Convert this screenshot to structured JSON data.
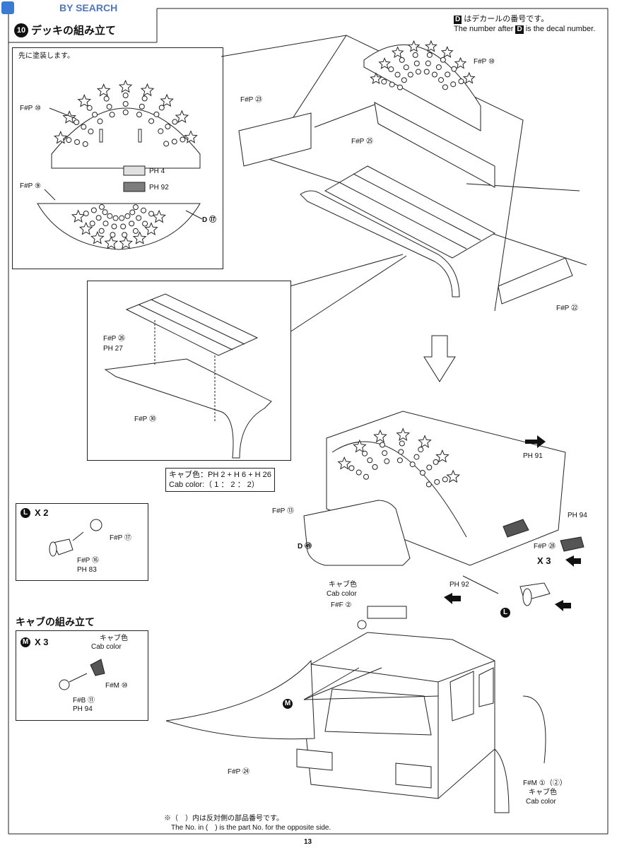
{
  "watermark": "BY SEARCH",
  "section": {
    "number": "10",
    "title": "デッキの組み立て"
  },
  "decal_note": {
    "jp_suffix": "はデカールの番号です。",
    "en_prefix": "The number after",
    "en_suffix": "is the decal number.",
    "marker": "D"
  },
  "paint_box": {
    "note": "先に塗装します。",
    "fp10": "F#P ⑩",
    "fp9": "F#P ⑨",
    "swatch_light": "PH 4",
    "swatch_dark": "PH 92",
    "decal": "D ⑰",
    "colors": {
      "light": "#e0e0e0",
      "dark": "#7d7d7d"
    }
  },
  "main": {
    "fp10": "F#P ⑩",
    "fp23": "F#P ㉓",
    "fp25": "F#P ㉕",
    "fp22": "F#P ㉒",
    "fp26": "F#P ㉖",
    "ph27": "PH 27",
    "fp30": "F#P ㉚",
    "cab_color_formula": "キャブ色：PH 2 + H 6 + H 26",
    "cab_color_ratio": "Cab color:（ 1 ： 2 ： 2）"
  },
  "light_box": {
    "marker": "L",
    "count": "X 2",
    "fp17": "F#P ⑰",
    "fp16": "F#P ⑯",
    "ph83": "PH 83"
  },
  "cab_section": {
    "title": "キャブの組み立て"
  },
  "mirror_box": {
    "marker": "M",
    "count": "X 3",
    "cab_jp": "キャブ色",
    "cab_en": "Cab color",
    "fm10": "F#M ⑩",
    "fb11": "F#B ⑪",
    "ph94": "PH 94"
  },
  "assembled": {
    "ph91": "PH 91",
    "ph94": "PH 94",
    "fp28": "F#P ㉘",
    "count3": "X 3",
    "fp13": "F#P ⑬",
    "d49": "D ㊾",
    "ph92": "PH 92",
    "marker_l": "L"
  },
  "cab": {
    "cab_jp": "キャブ色",
    "cab_en": "Cab color",
    "ff2": "F#F ②",
    "marker_m": "M",
    "fp24": "F#P ㉔",
    "fm1": "F#M ①（②）",
    "cab_jp2": "キャブ色",
    "cab_en2": "Cab color"
  },
  "footnote": {
    "jp": "※（　）内は反対側の部品番号です。",
    "en": "The No. in (　) is the part No. for the opposite side."
  },
  "page_number": "13"
}
